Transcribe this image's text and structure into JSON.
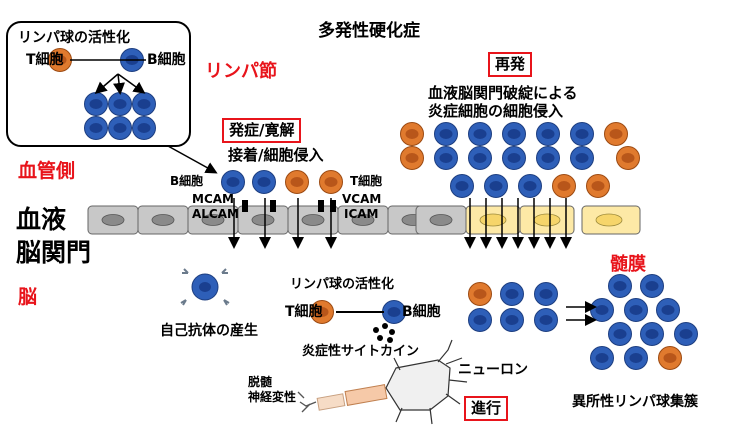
{
  "title": "多発性硬化症",
  "lymph_node": {
    "box_title": "リンパ球の活性化",
    "t_cell": "T細胞",
    "b_cell": "B細胞",
    "label": "リンパ節"
  },
  "side_labels": {
    "blood_side": "血管側",
    "bbb_line1": "血液",
    "bbb_line2": "脳関門",
    "brain": "脳",
    "meninges": "髄膜"
  },
  "onset": {
    "box": "発症/寛解",
    "subtitle": "接着/細胞侵入",
    "b_cell": "B細胞",
    "t_cell": "T細胞",
    "mcam": "MCAM",
    "alcam": "ALCAM",
    "vcam": "VCAM",
    "icam": "ICAM"
  },
  "relapse": {
    "box": "再発",
    "desc_line1": "血液脳関門破綻による",
    "desc_line2": "炎症細胞の細胞侵入"
  },
  "brain_side": {
    "autoantibody": "自己抗体の産生",
    "activation_title": "リンパ球の活性化",
    "t_cell": "T細胞",
    "b_cell": "B細胞",
    "cytokine": "炎症性サイトカイン",
    "demyel_line1": "脱髄",
    "demyel_line2": "神経変性",
    "neuron": "ニューロン",
    "progress_box": "進行",
    "ectopic": "異所性リンパ球集簇"
  },
  "colors": {
    "b_cell_fill": "#2e5fb8",
    "b_cell_inner": "#1a3f8f",
    "t_cell_fill": "#e07a2e",
    "t_cell_inner": "#b8561a",
    "accent_red": "#e8141b",
    "endothelium_gray": "#c8c8c8",
    "endothelium_yellow": "#fde9a6"
  }
}
